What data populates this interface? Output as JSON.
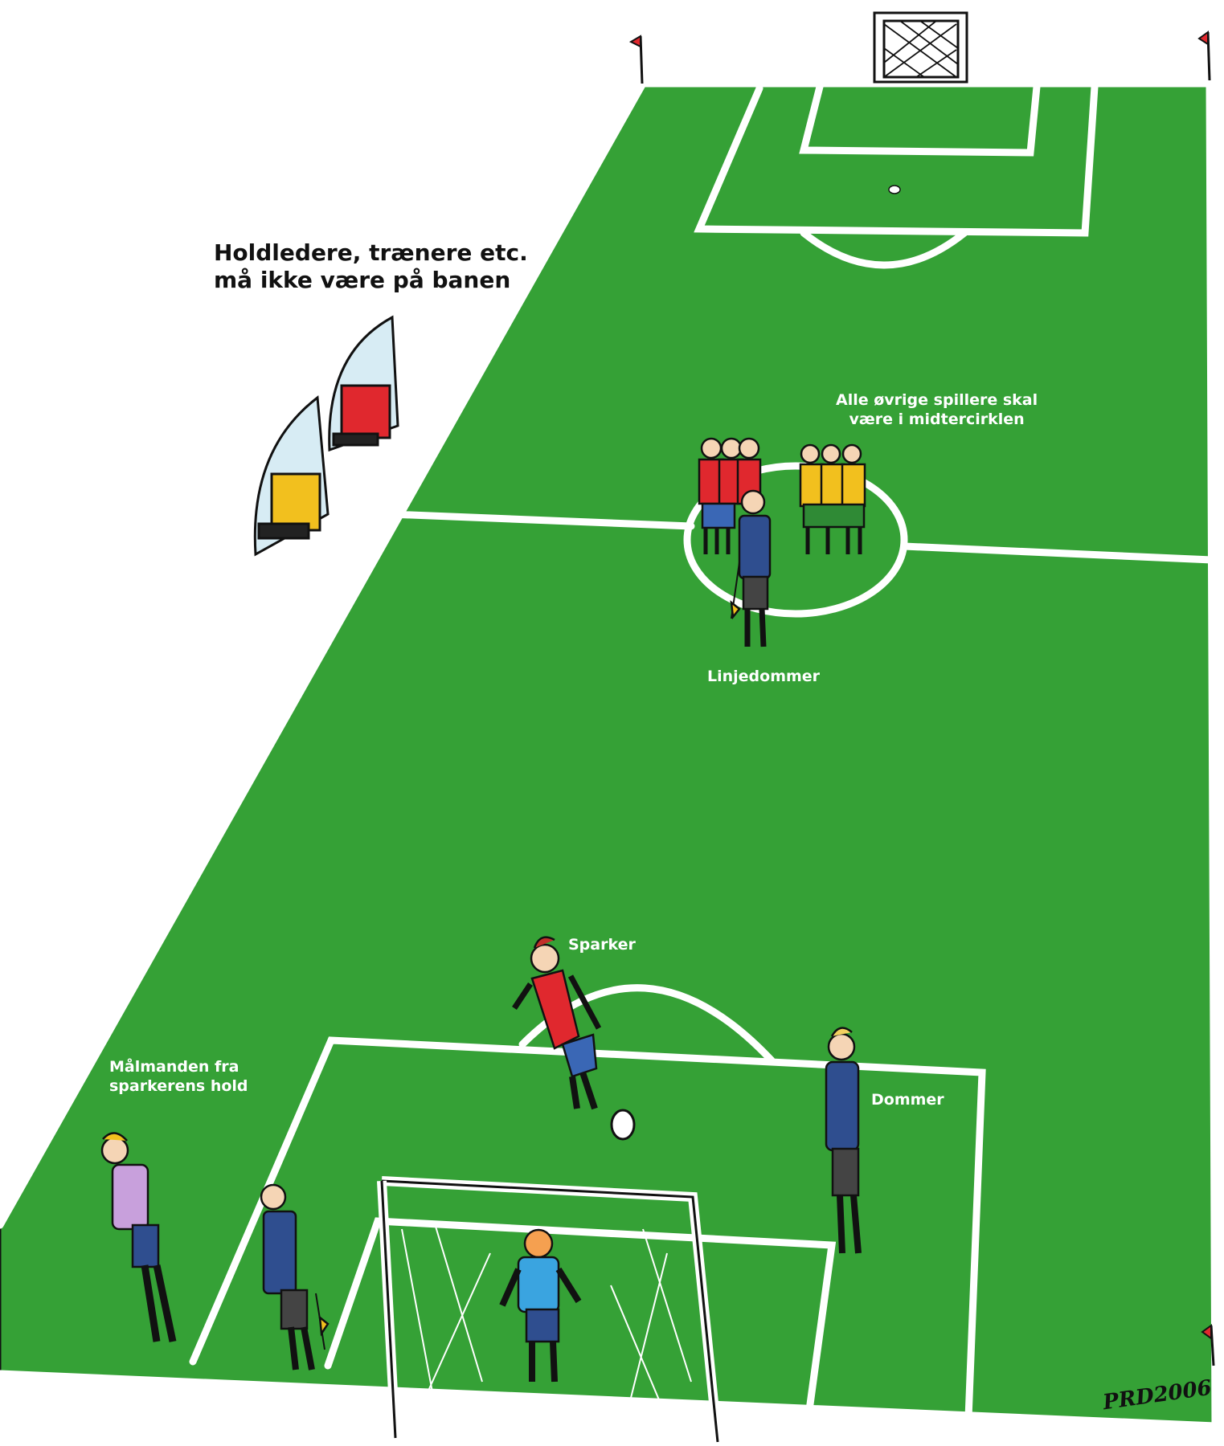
{
  "colors": {
    "pitch": "#35a136",
    "line": "#ffffff",
    "outline": "#111111",
    "red_team": "#e0282e",
    "yellow_team": "#f2c01e",
    "referee": "#2f4e8f",
    "keeper": "#3aa4e0",
    "goalkeeper_kicker_team": "#c8a0dc"
  },
  "labels": {
    "coaches": "Holdledere, trænere etc.\nmå ikke være på banen",
    "others": "Alle øvrige spillere skal\nvære i midtercirklen",
    "linesman_top": "Linjedommer",
    "kicker": "Sparker",
    "keeper_kicker_team": "Målmanden fra\nsparkerens hold",
    "referee": "Dommer",
    "signature": "PRD2006"
  },
  "icons": {
    "flag": "corner-flag-icon",
    "goal": "goal-icon",
    "player": "player-icon",
    "referee": "referee-icon",
    "bench": "bench-icon",
    "ball": "ball-icon"
  }
}
